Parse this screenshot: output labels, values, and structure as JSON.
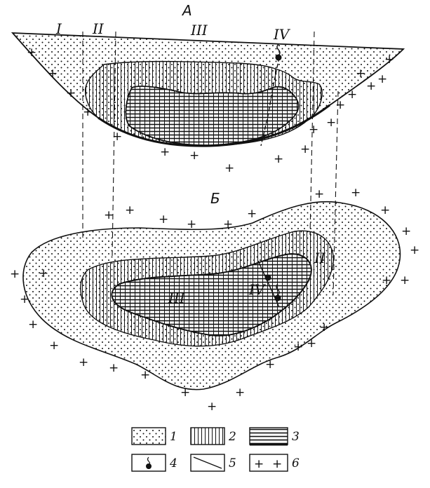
{
  "sections": {
    "top": "А",
    "bottom": "Б"
  },
  "zones": {
    "I": "I",
    "II": "II",
    "III": "III",
    "IV": "IV"
  },
  "legend": [
    {
      "number": "1",
      "pattern": "dots"
    },
    {
      "number": "2",
      "pattern": "vertical-lines"
    },
    {
      "number": "3",
      "pattern": "grid"
    },
    {
      "number": "4",
      "pattern": "spring-symbol"
    },
    {
      "number": "5",
      "pattern": "fault-line"
    },
    {
      "number": "6",
      "pattern": "crosses"
    }
  ],
  "colors": {
    "ink": "#111111",
    "background": "#ffffff"
  }
}
